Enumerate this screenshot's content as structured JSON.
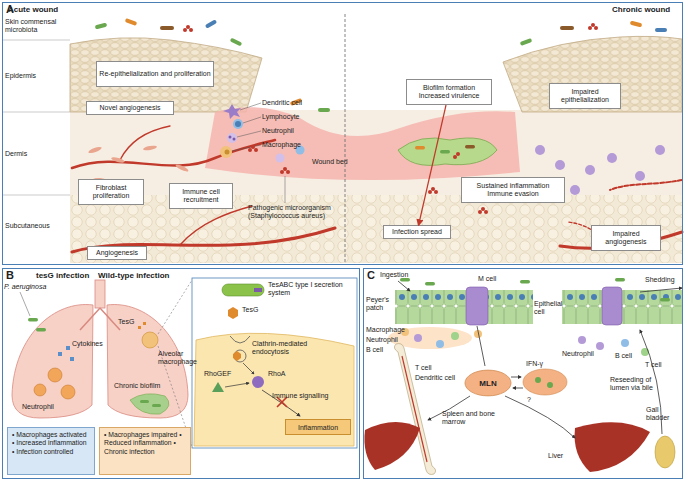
{
  "diagram": {
    "nodes": [
      {
        "text": [
          "A"
        ]
      },
      {
        "text": [
          "Re-epithelialization and proliferation"
        ],
        "in": 0
      },
      {
        "text": [
          "Novel angiogenesis"
        ],
        "in": 0
      },
      {
        "text": [
          "Fibroblast proliferation"
        ],
        "in": 0
      },
      {
        "text": [
          "Immune cell recruitment"
        ],
        "in": 0
      },
      {
        "text": [
          "Angiogenesis"
        ],
        "in": 0
      },
      {
        "text": [
          "Biofilm formation Increased virulence"
        ],
        "in": 0
      },
      {
        "text": [
          "Impaired epithelialization"
        ],
        "in": 0
      },
      {
        "text": [
          "Sustained inflammation Immune evasion"
        ],
        "in": 0
      },
      {
        "text": [
          "Infection spread"
        ],
        "in": 0
      },
      {
        "text": [
          "Impaired angiogenesis"
        ],
        "in": 0
      },
      {
        "text": [
          "B"
        ]
      },
      {
        "text": [
          "• Macrophages activated • Increased inflammation • Infection controlled"
        ],
        "in": 11
      },
      {
        "text": [
          "• Macrophages impaired • Reduced inflammation • Chronic infection"
        ],
        "in": 11
      },
      {
        "text": [
          "Inflammation"
        ],
        "in": 11
      },
      {
        "text": [
          "C"
        ]
      },
      {
        "text": [
          "MLN"
        ],
        "in": 15
      }
    ],
    "edges": [
      {
        "from": 6,
        "to": 9,
        "arrow": "to"
      }
    ],
    "labels": [
      "Acute wound",
      "Chronic wound",
      "Skin commensal microbiota",
      "Epidermis",
      "Dermis",
      "Subcutaneous",
      "Dendritic cell",
      "Lymphocyte",
      "Neutrophil",
      "Macrophage",
      "Pathogenic microorganism (Staphylococcus aureus)",
      "Wound bed",
      "tesG infection",
      "Wild-type infection",
      "P. aeruginosa",
      "Cytokines",
      "Neutrophil",
      "TesG",
      "Alveolar macrophage",
      "Chronic biofilm",
      "TesABC type I secretion system",
      "TesG",
      "Clathrin-mediated endocytosis",
      "RhoGEF",
      "RhoA",
      "Immune signalling",
      "Ingestion",
      "M cell",
      "Peyer's patch",
      "Epithelial cell",
      "Macrophage",
      "Neutrophil",
      "B cell",
      "T cell",
      "Dendritic cell",
      "IFN-γ",
      "?",
      "Spleen and bone marrow",
      "Shedding",
      "Neutrophil",
      "B cell",
      "T cell",
      "Reseeding of lumen via bile",
      "Liver",
      "Gall bladder"
    ]
  }
}
